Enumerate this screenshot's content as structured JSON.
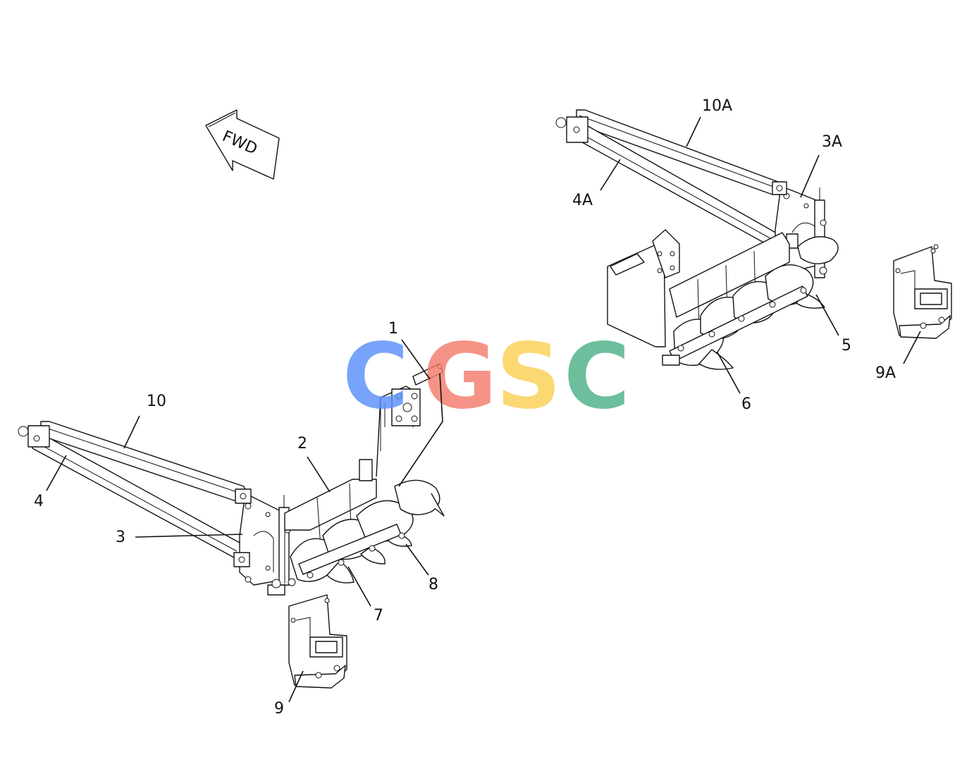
{
  "diagram": {
    "watermark": {
      "letters": [
        "C",
        "G",
        "S",
        "C"
      ],
      "colors": [
        "#5b8ff9",
        "#f47c6c",
        "#fcd055",
        "#4cb087"
      ]
    },
    "direction_arrow": {
      "label": "FWD"
    },
    "callouts": {
      "c1": "1",
      "c2": "2",
      "c3": "3",
      "c3A": "3A",
      "c4": "4",
      "c4A": "4A",
      "c5": "5",
      "c6": "6",
      "c7": "7",
      "c8": "8",
      "c9": "9",
      "c9A": "9A",
      "c10": "10",
      "c10A": "10A"
    },
    "line_color": "#111111"
  }
}
